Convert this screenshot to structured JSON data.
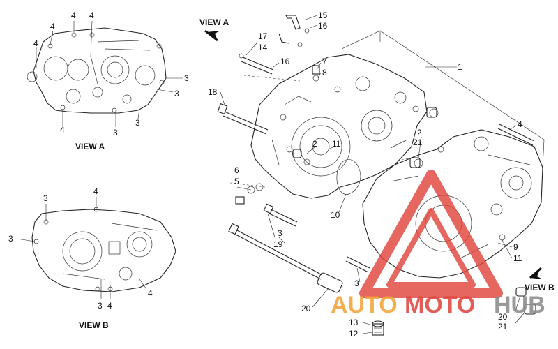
{
  "views": {
    "view_a": "VIEW A",
    "view_b": "VIEW B",
    "view_a_pointer": "VIEW A",
    "view_b_pointer": "VIEW B"
  },
  "callouts": {
    "va_4a": "4",
    "va_4b": "4",
    "va_4c": "4",
    "va_4d": "4",
    "va_4e": "4",
    "va_3a": "3",
    "va_3b": "3",
    "va_3c": "3",
    "va_3d": "3",
    "vb_3a": "3",
    "vb_3b": "3",
    "vb_4a": "4",
    "vb_3c": "3",
    "vb_4b": "4",
    "vb_4c": "4",
    "p15": "15",
    "p16a": "16",
    "p17": "17",
    "p14": "14",
    "p16b": "16",
    "p7": "7",
    "p8": "8",
    "p1": "1",
    "p18": "18",
    "p2a": "2",
    "p11a": "11",
    "p2b": "2",
    "p21a": "21",
    "p4": "4",
    "p6": "6",
    "p5": "5",
    "p10": "10",
    "p3a": "3",
    "p19": "19",
    "p9": "9",
    "p11b": "11",
    "p3b": "3",
    "p20a": "20",
    "p13": "13",
    "p12": "12",
    "p20b": "20",
    "p21b": "21"
  },
  "watermark": {
    "part1": "AUTO",
    "part2": "MOTO",
    "part3": "HUB",
    "color_red": "#e0463e",
    "color_orange": "#f2a43a",
    "color_gray": "#8c8c8c"
  }
}
